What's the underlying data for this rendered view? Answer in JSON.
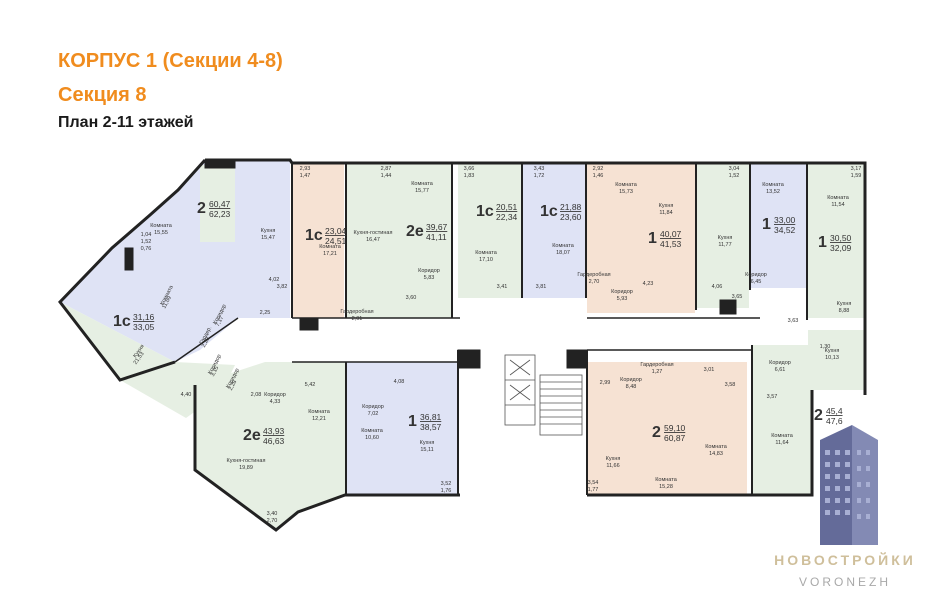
{
  "header": {
    "building": "КОРПУС 1 (Секции 4-8)",
    "section": "Секция 8",
    "plan": "План 2-11 этажей"
  },
  "colors": {
    "title_accent": "#f08c1e",
    "plan_dark": "#1a1a1a",
    "apt_green": "#e6efe3",
    "apt_blue": "#dfe3f5",
    "apt_peach": "#f6e2d3",
    "wall": "#222222",
    "watermark": "#c7b48a"
  },
  "apartments": [
    {
      "type": "2",
      "area": "60,47",
      "total": "62,23"
    },
    {
      "type": "1с",
      "area": "31,16",
      "total": "33,05"
    },
    {
      "type": "1с",
      "area": "23,04",
      "total": "24,51"
    },
    {
      "type": "2е",
      "area": "39,67",
      "total": "41,11"
    },
    {
      "type": "1с",
      "area": "20,51",
      "total": "22,34"
    },
    {
      "type": "1с",
      "area": "21,88",
      "total": "23,60"
    },
    {
      "type": "1",
      "area": "40,07",
      "total": "41,53"
    },
    {
      "type": "1",
      "area": "33,00",
      "total": "34,52"
    },
    {
      "type": "1",
      "area": "30,50",
      "total": "32,09"
    },
    {
      "type": "2е",
      "area": "43,93",
      "total": "46,63"
    },
    {
      "type": "1",
      "area": "36,81",
      "total": "38,57"
    },
    {
      "type": "2",
      "area": "59,10",
      "total": "60,87"
    },
    {
      "type": "2",
      "area": "45,4",
      "total": "47,6"
    }
  ],
  "rooms": [
    {
      "name": "Комната",
      "area": "15,55"
    },
    {
      "name": "Кухня",
      "area": "15,47"
    },
    {
      "name": "Комната",
      "area": "11,69"
    },
    {
      "name": "Коридор",
      "area": "7,17"
    },
    {
      "name": "Кухня",
      "area": "21,53"
    },
    {
      "name": "Гардер.",
      "area": "2,28"
    },
    {
      "name": "Коридор",
      "area": "3,15"
    },
    {
      "name": "Коридор",
      "area": "2,28"
    },
    {
      "name": "Комната",
      "area": "17,21"
    },
    {
      "name": "Кухня-гостиная",
      "area": "16,47"
    },
    {
      "name": "Комната",
      "area": "15,77"
    },
    {
      "name": "Коридор",
      "area": "5,83"
    },
    {
      "name": "Гардеробная",
      "area": "2,01"
    },
    {
      "name": "Комната",
      "area": "17,10"
    },
    {
      "name": "Комната",
      "area": "18,07"
    },
    {
      "name": "Комната",
      "area": "15,73"
    },
    {
      "name": "Кухня",
      "area": "11,84"
    },
    {
      "name": "Гардеробная",
      "area": "2,70"
    },
    {
      "name": "Коридор",
      "area": "5,93"
    },
    {
      "name": "Кухня",
      "area": "11,77"
    },
    {
      "name": "Комната",
      "area": "13,52"
    },
    {
      "name": "Коридор",
      "area": "6,45"
    },
    {
      "name": "Комната",
      "area": "11,54"
    },
    {
      "name": "Кухня",
      "area": "8,88"
    },
    {
      "name": "Коридор",
      "area": "6,61"
    },
    {
      "name": "Кухня",
      "area": "10,13"
    },
    {
      "name": "Коридор",
      "area": "4,33"
    },
    {
      "name": "Комната",
      "area": "12,21"
    },
    {
      "name": "Кухня-гостиная",
      "area": "19,89"
    },
    {
      "name": "Коридор",
      "area": "7,02"
    },
    {
      "name": "Комната",
      "area": "10,60"
    },
    {
      "name": "Кухня",
      "area": "15,11"
    },
    {
      "name": "Коридор",
      "area": "8,48"
    },
    {
      "name": "Гардеробная",
      "area": "1,27"
    },
    {
      "name": "Кухня",
      "area": "11,66"
    },
    {
      "name": "Комната",
      "area": "15,28"
    },
    {
      "name": "Комната",
      "area": "14,83"
    },
    {
      "name": "Комната",
      "area": "11,64"
    }
  ],
  "small_areas": [
    "4,02",
    "3,82",
    "2,25",
    "3,60",
    "3,41",
    "3,81",
    "4,23",
    "4,06",
    "3,65",
    "3,63",
    "1,30",
    "5,42",
    "4,08",
    "4,40",
    "2,99",
    "3,01",
    "3,58",
    "3,57",
    "2,93",
    "1,47",
    "2,87",
    "1,44",
    "3,66",
    "1,83",
    "3,43",
    "1,72",
    "2,92",
    "1,46",
    "3,04",
    "1,52",
    "3,17",
    "1,59",
    "3,52",
    "1,76",
    "3,54",
    "1,77",
    "3,40",
    "2,70",
    "2,08",
    "1,04",
    "1,52",
    "0,76"
  ],
  "watermark": {
    "brand": "НОВОСТРОЙКИ",
    "city": "VORONEZH"
  }
}
